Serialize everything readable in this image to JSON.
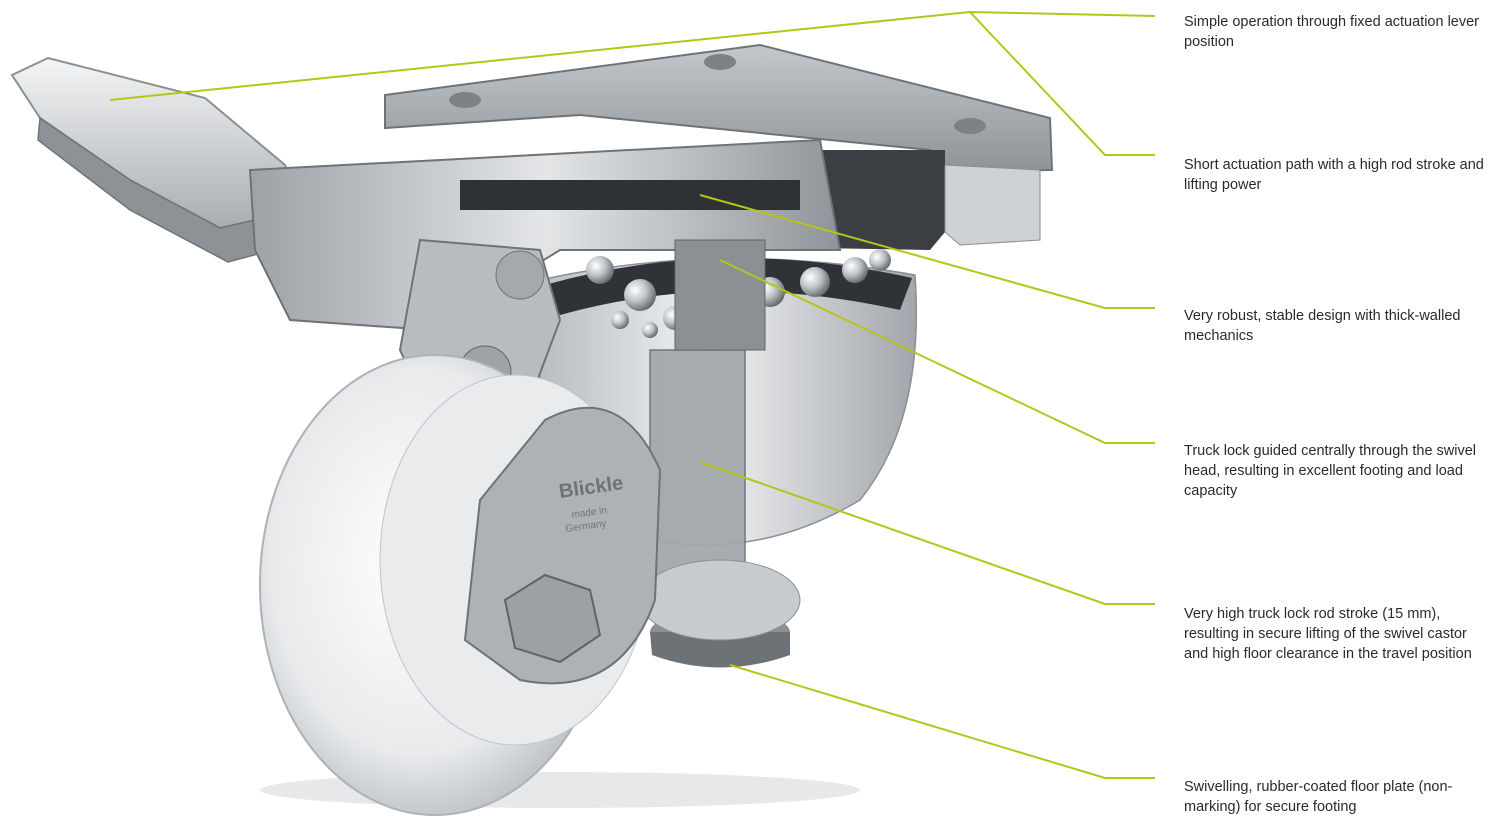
{
  "colors": {
    "leader": "#b5c51a",
    "text": "#2a2a2a",
    "metal_light": "#d9dcdf",
    "metal_mid": "#a6aaaf",
    "metal_dark": "#6e7378",
    "wheel": "#eef0f1"
  },
  "illustration": {
    "wheel_brand": "Blickle",
    "wheel_subtext_1": "made in",
    "wheel_subtext_2": "Germany"
  },
  "callouts": [
    {
      "text": "Simple operation through fixed actuation lever position"
    },
    {
      "text": "Short actuation path with a high rod stroke and lifting power"
    },
    {
      "text": "Very robust, stable design with thick-walled mechanics"
    },
    {
      "text": "Truck lock guided centrally through the swivel head, resulting in excellent footing and load capacity"
    },
    {
      "text": "Very high truck lock rod stroke (15 mm), resulting in secure lifting of the swivel castor and high floor clearance in the travel position"
    },
    {
      "text": "Swivelling, rubber-coated floor plate (non-marking) for secure footing"
    }
  ]
}
